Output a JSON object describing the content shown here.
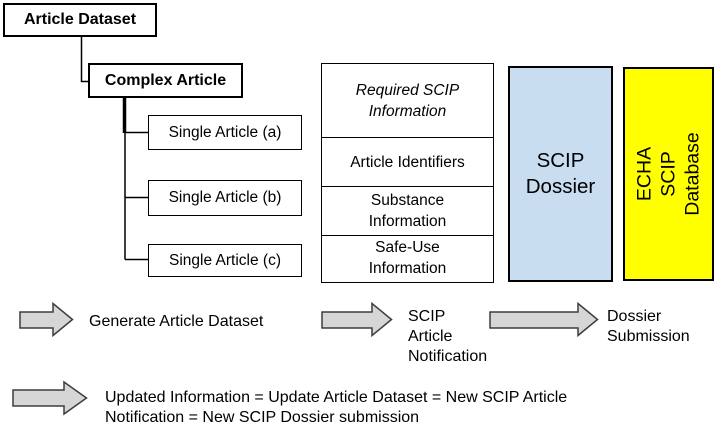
{
  "colors": {
    "dossier_fill": "#c9ddf1",
    "database_fill": "#ffff00",
    "arrow_fill": "#d6d6d6",
    "arrow_stroke": "#3d3d3d"
  },
  "tree": {
    "root": "Article Dataset",
    "child": "Complex Article",
    "leaves": [
      "Single Article (a)",
      "Single Article (b)",
      "Single Article (c)"
    ]
  },
  "scip_info_table": {
    "header": "Required SCIP\nInformation",
    "rows": [
      "Article Identifiers",
      "Substance\nInformation",
      "Safe-Use\nInformation"
    ]
  },
  "dossier_box_label": "SCIP\nDossier",
  "database_box_label": "ECHA SCIP\nDatabase",
  "flow": {
    "step1": "Generate Article Dataset",
    "step2": "SCIP\nArticle\nNotification",
    "step3": "Dossier\nSubmission"
  },
  "update_note": "Updated Information = Update Article Dataset = New SCIP Article\nNotification = New SCIP Dossier submission"
}
